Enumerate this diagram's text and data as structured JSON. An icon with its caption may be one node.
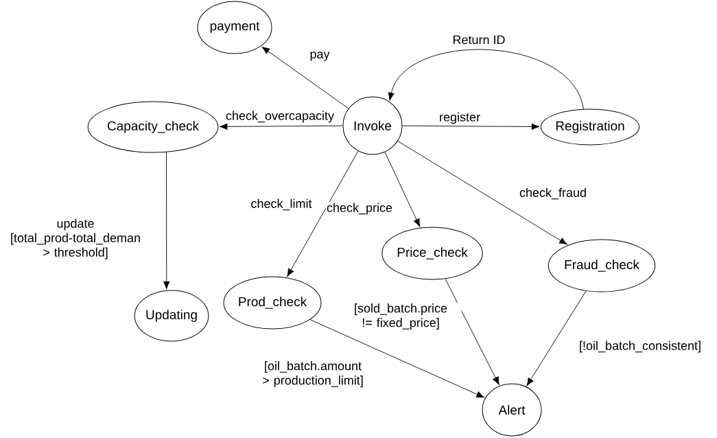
{
  "diagram": {
    "nodes": [
      {
        "text": [
          "payment"
        ]
      },
      {
        "text": [
          "Capacity_check"
        ]
      },
      {
        "text": [
          "Invoke"
        ]
      },
      {
        "text": [
          "Registration"
        ]
      },
      {
        "text": [
          "Price_check"
        ]
      },
      {
        "text": [
          "Fraud_check"
        ]
      },
      {
        "text": [
          "Updating"
        ]
      },
      {
        "text": [
          "Prod_check"
        ]
      },
      {
        "text": [
          "Alert"
        ]
      }
    ],
    "edges": [
      {
        "from": 2,
        "to": 0,
        "arrow": "to",
        "label": "pay"
      },
      {
        "from": 2,
        "to": 1,
        "arrow": "to",
        "label": "check_overcapacity"
      },
      {
        "from": 2,
        "to": 3,
        "arrow": "to",
        "label": "register"
      },
      {
        "from": 3,
        "to": 2,
        "arrow": "to",
        "label": "Return ID"
      },
      {
        "from": 2,
        "to": 7,
        "arrow": "to",
        "label": "check_limit"
      },
      {
        "from": 2,
        "to": 4,
        "arrow": "to",
        "label": "check_price"
      },
      {
        "from": 2,
        "to": 5,
        "arrow": "to",
        "label": "check_fraud"
      },
      {
        "from": 1,
        "to": 6,
        "arrow": "to",
        "label": "update [total_prod-total_deman > threshold]"
      },
      {
        "from": 7,
        "to": 8,
        "arrow": "to",
        "label": "[oil_batch.amount > production_limit]"
      },
      {
        "from": 4,
        "to": 8,
        "arrow": "to",
        "label": "[sold_batch.price != fixed_price]"
      },
      {
        "from": 5,
        "to": 8,
        "arrow": "to",
        "label": "[!oil_batch_consistent]"
      }
    ]
  }
}
